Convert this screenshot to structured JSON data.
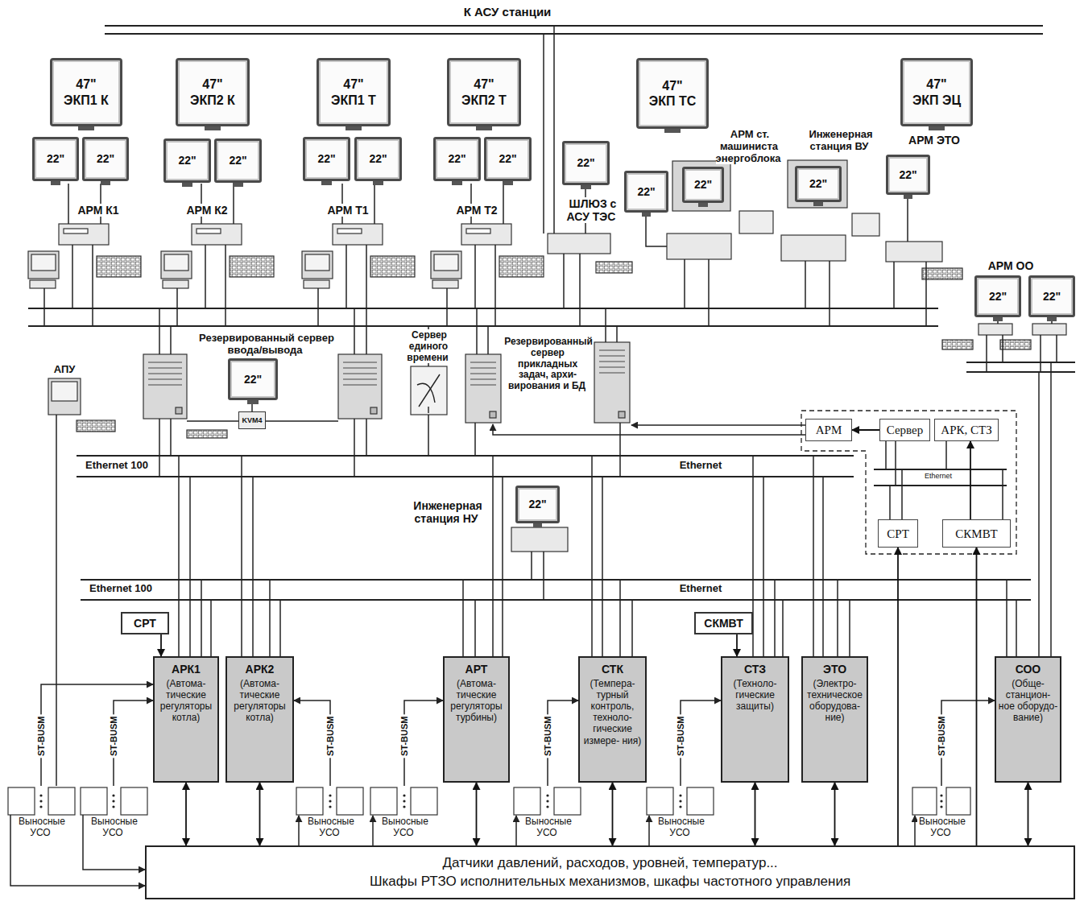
{
  "diagram": {
    "nodes": [
      {
        "text": [
          "47\"",
          "ЭКП1 К"
        ]
      },
      {
        "text": [
          "47\"",
          "ЭКП2 К"
        ]
      },
      {
        "text": [
          "47\"",
          "ЭКП1 Т"
        ]
      },
      {
        "text": [
          "47\"",
          "ЭКП2 Т"
        ]
      },
      {
        "text": [
          "47\"",
          "ЭКП ТС"
        ]
      },
      {
        "text": [
          "47\"",
          "ЭКП ЭЦ"
        ]
      },
      {
        "text": [
          "22\""
        ]
      },
      {
        "text": [
          "22\""
        ]
      },
      {
        "text": [
          "22\""
        ]
      },
      {
        "text": [
          "22\""
        ]
      },
      {
        "text": [
          "22\""
        ]
      },
      {
        "text": [
          "22\""
        ]
      },
      {
        "text": [
          "22\""
        ]
      },
      {
        "text": [
          "22\""
        ]
      },
      {
        "text": [
          "22\""
        ]
      },
      {
        "text": [
          "22\""
        ]
      },
      {
        "text": [
          "22\""
        ]
      },
      {
        "text": [
          "22\""
        ]
      },
      {
        "text": [
          "22\""
        ]
      },
      {
        "text": [
          "22\""
        ]
      },
      {
        "text": [
          "22\""
        ]
      },
      {
        "text": [
          "22\""
        ]
      },
      {
        "text": [
          "KVM4"
        ]
      },
      {
        "text": [
          "АРМ"
        ]
      },
      {
        "text": [
          "Сервер"
        ]
      },
      {
        "text": [
          "АРК, СТЗ"
        ]
      },
      {
        "text": [
          "22\""
        ]
      },
      {
        "text": [
          "СРТ"
        ]
      },
      {
        "text": [
          "СКМВТ"
        ]
      },
      {
        "text": [
          "СРТ"
        ]
      },
      {
        "text": [
          "СКМВТ"
        ]
      },
      {
        "text": [
          "АРК1",
          "(Автома- тические регуляторы котла)"
        ]
      },
      {
        "text": [
          "АРК2",
          "(Автома- тические регуляторы котла)"
        ]
      },
      {
        "text": [
          "АРТ",
          "(Автома- тические регуляторы турбины)"
        ]
      },
      {
        "text": [
          "СТК",
          "(Темпера- турный контроль, техноло- гические измере- ния)"
        ]
      },
      {
        "text": [
          "СТЗ",
          "(Техноло- гические защиты)"
        ]
      },
      {
        "text": [
          "ЭТО",
          "(Электро- техническое оборудова- ние)"
        ]
      },
      {
        "text": [
          "СОО",
          "(Обще- станцион- ное оборудо- вание)"
        ]
      },
      {
        "text": [
          "Датчики давлений, расходов, уровней, температур...",
          "Шкафы РТЗО исполнительных механизмов, шкафы частотного управления"
        ]
      }
    ],
    "edges": [
      {
        "from": 29,
        "to": 31,
        "arrow": "to"
      },
      {
        "from": 30,
        "to": 35,
        "arrow": "to"
      },
      {
        "from": 31,
        "to": 38,
        "arrow": "both"
      },
      {
        "from": 32,
        "to": 38,
        "arrow": "both"
      },
      {
        "from": 33,
        "to": 38,
        "arrow": "both"
      },
      {
        "from": 34,
        "to": 38,
        "arrow": "both"
      },
      {
        "from": 35,
        "to": 38,
        "arrow": "both"
      },
      {
        "from": 36,
        "to": 38,
        "arrow": "both"
      },
      {
        "from": 37,
        "to": 38,
        "arrow": "both"
      },
      {
        "from": 24,
        "to": 23,
        "arrow": "to"
      },
      {
        "from": 28,
        "to": 25,
        "arrow": "to"
      },
      {
        "from": 38,
        "to": 27,
        "arrow": "to"
      },
      {
        "from": 38,
        "to": 28,
        "arrow": "to"
      }
    ],
    "labels": [
      "К АСУ станции",
      "АРМ К1",
      "АРМ К2",
      "АРМ Т1",
      "АРМ Т2",
      "ШЛЮЗ с АСУ ТЭС",
      "АРМ ст. машиниста энергоблока",
      "Инженерная станция ВУ",
      "АРМ ЭТО",
      "АРМ ОО",
      "АПУ",
      "Резервированный сервер ввода/вывода",
      "Сервер единого времени",
      "Резервированный сервер прикладных задач, архи- вирования и БД",
      "Ethernet 100",
      "Ethernet",
      "Ethernet",
      "Инженерная станция НУ",
      "Ethernet 100",
      "Ethernet",
      "ST-BUSM",
      "ST-BUSM",
      "ST-BUSM",
      "ST-BUSM",
      "ST-BUSM",
      "ST-BUSM",
      "ST-BUSM",
      "Выносные УСО",
      "Выносные УСО",
      "Выносные УСО",
      "Выносные УСО",
      "Выносные УСО",
      "Выносные УСО",
      "Выносные УСО"
    ]
  }
}
